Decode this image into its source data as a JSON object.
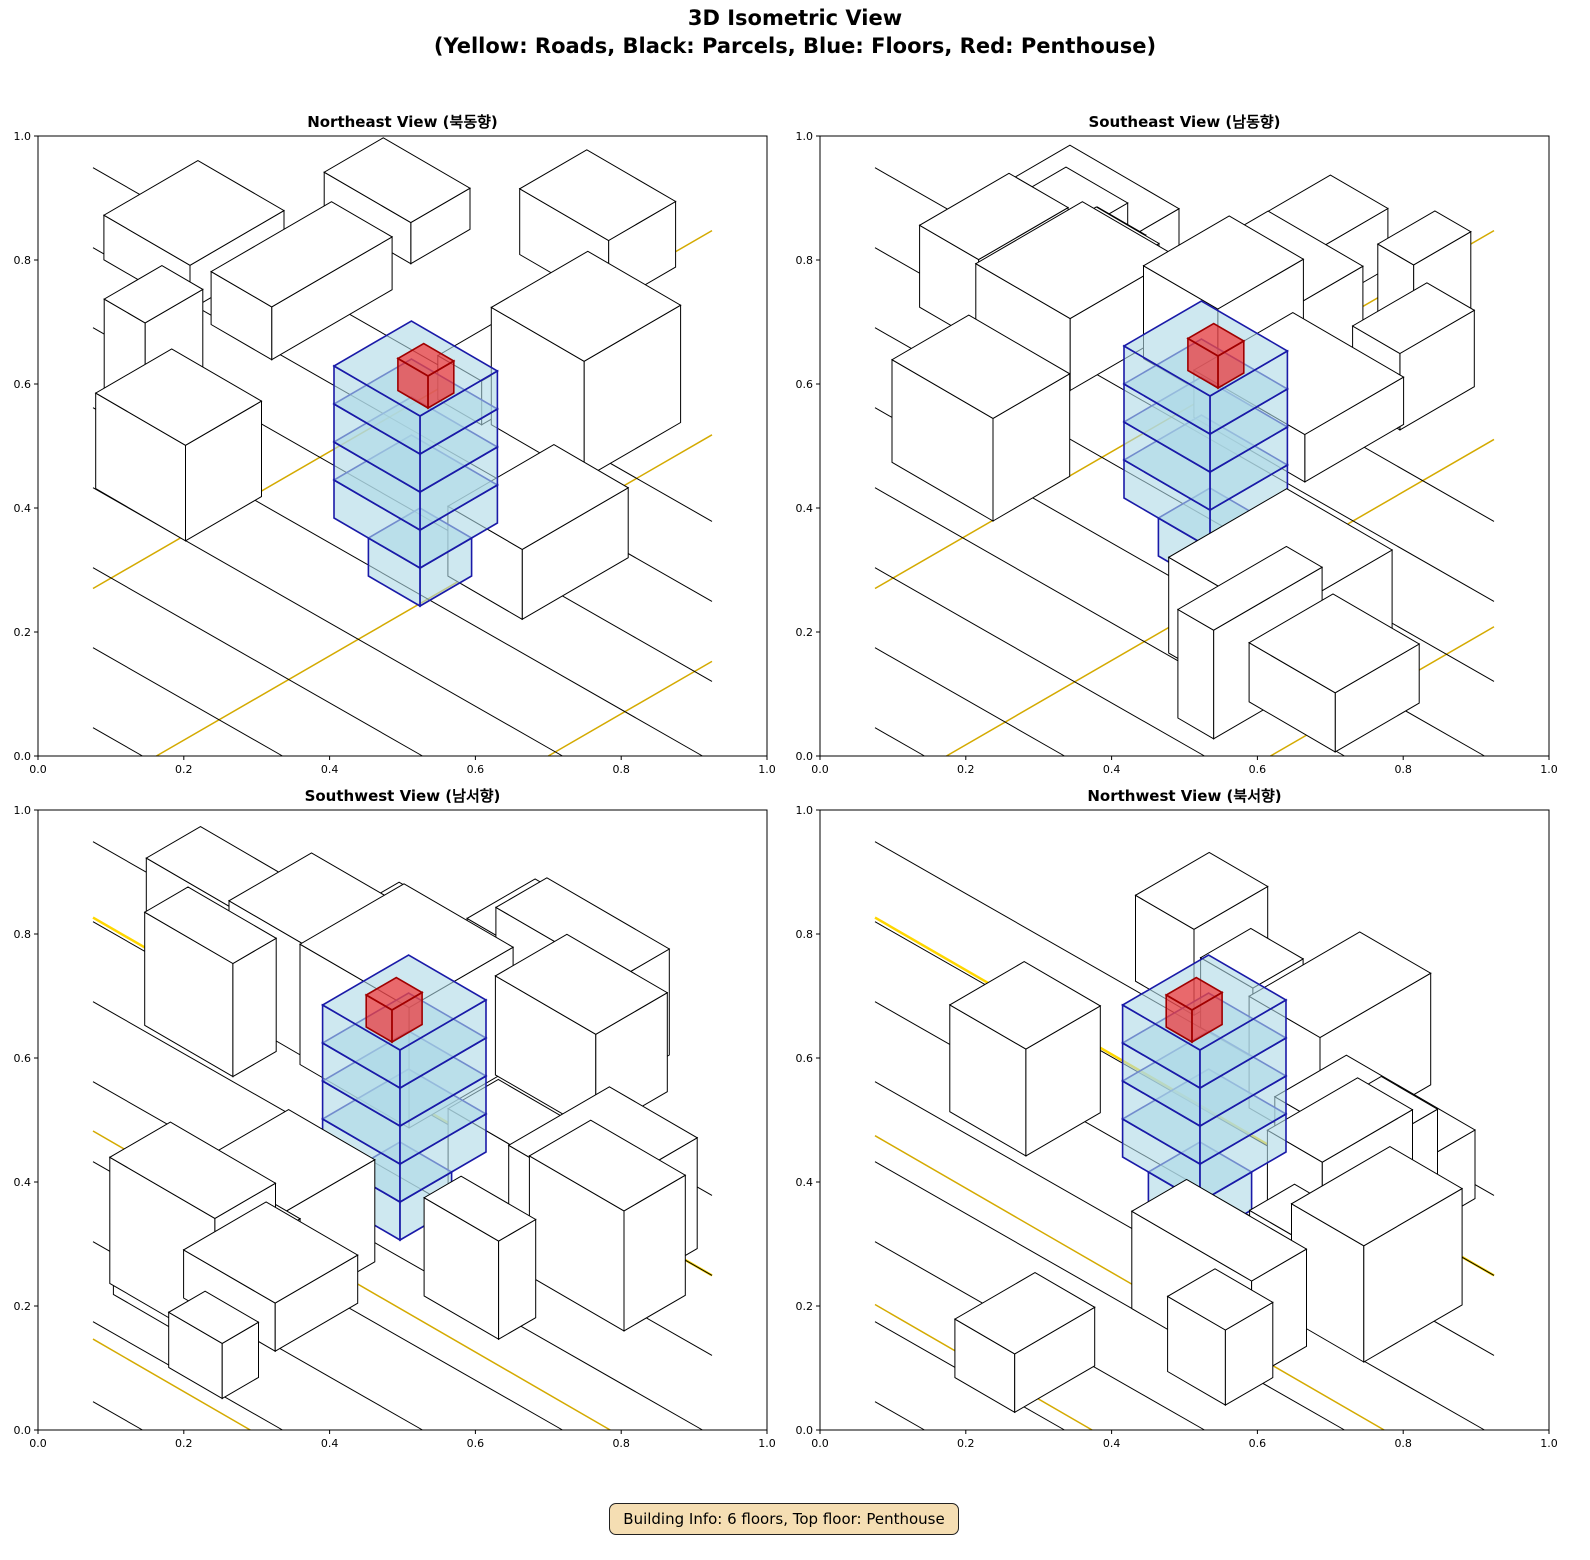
{
  "figure": {
    "title_line1": "3D Isometric View",
    "title_line2": "(Yellow: Roads, Black: Parcels, Blue: Floors, Red: Penthouse)",
    "footer": "Building Info: 6 floors, Top floor: Penthouse"
  },
  "panels": [
    {
      "title": "Northeast View (북동향)"
    },
    {
      "title": "Southeast View (남동향)"
    },
    {
      "title": "Southwest View (남서향)"
    },
    {
      "title": "Northwest View (북서향)"
    }
  ],
  "axes": {
    "xticks": [
      "0.0",
      "0.2",
      "0.4",
      "0.6",
      "0.8",
      "1.0"
    ],
    "yticks": [
      "0.0",
      "0.2",
      "0.4",
      "0.6",
      "0.8",
      "1.0"
    ]
  },
  "colors": {
    "road": "#d4aa00",
    "road_bright": "#ffd700",
    "parcel": "#000000",
    "floor_fill": "#add8e6",
    "floor_edge": "#1a1aa8",
    "penthouse": "#ff0000"
  },
  "building": {
    "floors": 6,
    "top_floor": "Penthouse"
  }
}
